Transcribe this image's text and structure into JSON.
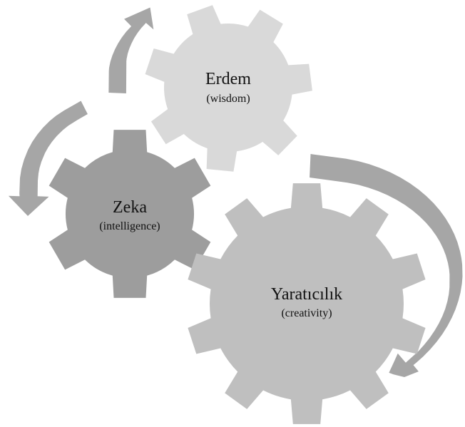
{
  "gears": [
    {
      "id": "erdem",
      "title": "Erdem",
      "subtitle": "(wisdom)",
      "color": "#d9d9d9"
    },
    {
      "id": "zeka",
      "title": "Zeka",
      "subtitle": "(intelligence)",
      "color": "#9d9d9d"
    },
    {
      "id": "yaraticilik",
      "title": "Yaratıcılık",
      "subtitle": "(creativity)",
      "color": "#bfbfbf"
    }
  ],
  "arrows": [
    {
      "id": "arrow-zeka-to-erdem",
      "color": "#a6a6a6"
    },
    {
      "id": "arrow-to-zeka",
      "color": "#a6a6a6"
    },
    {
      "id": "arrow-around-yaraticilik",
      "color": "#a6a6a6"
    }
  ]
}
